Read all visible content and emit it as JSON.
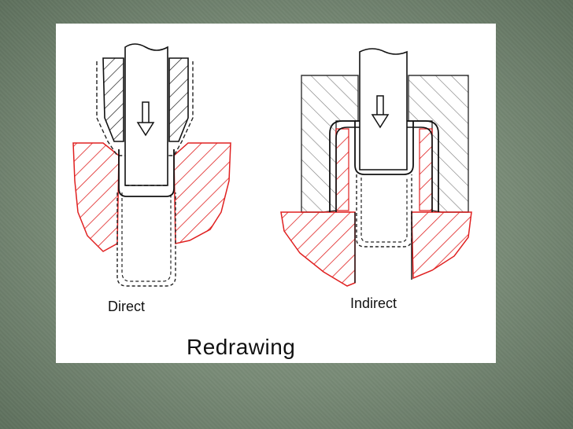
{
  "diagram": {
    "title": "Redrawing",
    "labels": {
      "direct": "Direct",
      "indirect": "Indirect"
    }
  },
  "colors": {
    "background": "#7a8c78",
    "panel": "#ffffff",
    "die_hatch": "#e02020",
    "tool_hatch": "#222222",
    "outline": "#111111"
  }
}
